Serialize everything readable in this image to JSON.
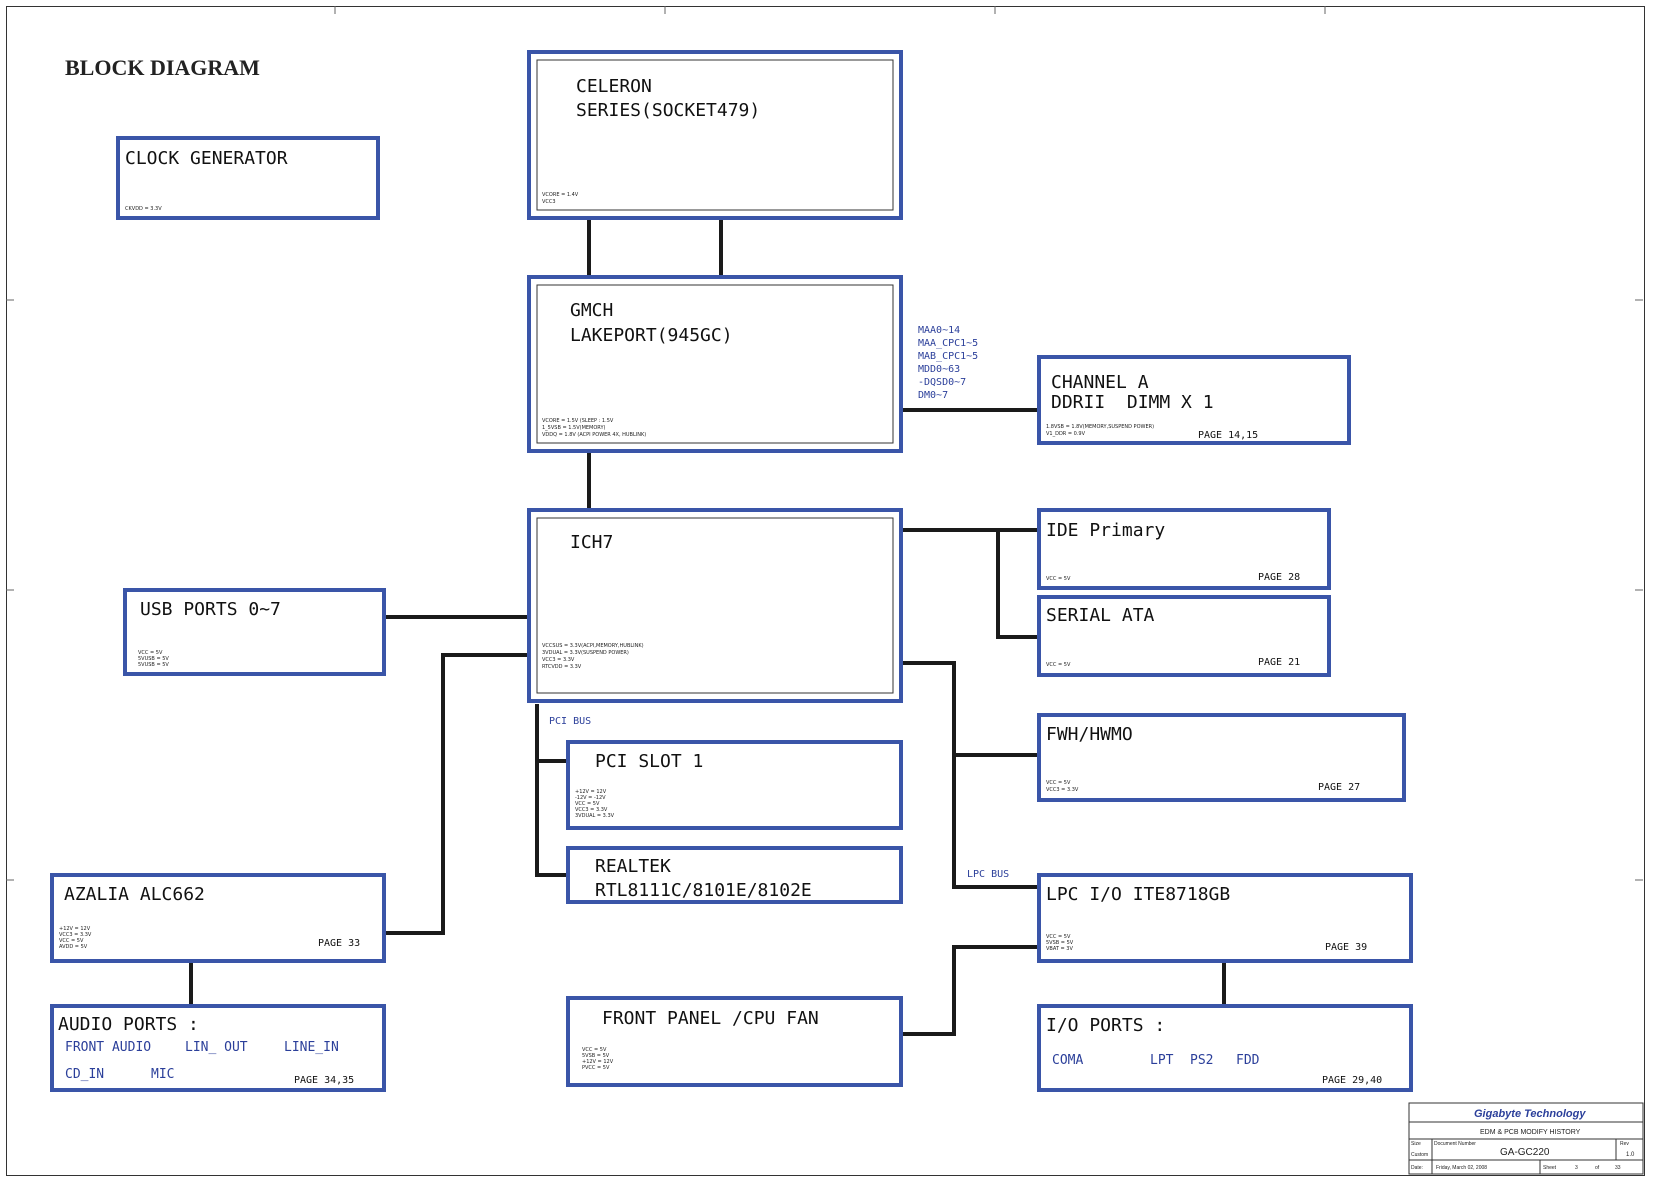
{
  "diagram_title": "BLOCK DIAGRAM",
  "blocks": {
    "cpu": {
      "title1": "CELERON",
      "title2": "SERIES(SOCKET479)",
      "power": [
        "VCORE = 1.4V",
        "VCC3"
      ]
    },
    "gmch": {
      "title1": "GMCH",
      "title2": "LAKEPORT(945GC)",
      "power": [
        "VCORE = 1.5V (SLEEP : 1.5V",
        "1_5VSB = 1.5V(MEMORY)",
        "VDDQ = 1.8V (ACPI POWER 4X, HUBLINK)"
      ]
    },
    "clock": {
      "title": "CLOCK GENERATOR",
      "power": [
        "CKVDD = 3.3V"
      ]
    },
    "channel_a": {
      "title1": "CHANNEL A",
      "title2": "DDRII  DIMM X 1",
      "power": [
        "1.8VSB = 1.8V(MEMORY,SUSPEND POWER)",
        "V1_DDR = 0.9V"
      ],
      "page": "PAGE 14,15"
    },
    "ich7": {
      "title": "ICH7",
      "power": [
        "VCCSUS = 3.3V(ACPI,MEMORY,HUBLINK)",
        "3VDUAL = 3.3V(SUSPEND POWER)",
        "VCC3 = 3.3V",
        "RTCVDD = 3.3V"
      ]
    },
    "usb": {
      "title": "USB PORTS 0~7",
      "power": [
        "VCC = 5V",
        "5VUSB = 5V",
        "5VUSB = 5V"
      ]
    },
    "ide": {
      "title": "IDE Primary",
      "power": [
        "VCC = 5V"
      ],
      "page": "PAGE 28"
    },
    "sata": {
      "title": "SERIAL ATA",
      "power": [
        "VCC = 5V"
      ],
      "page": "PAGE 21"
    },
    "fwh": {
      "title": "FWH/HWMO",
      "power": [
        "VCC = 5V",
        "VCC3 = 3.3V"
      ],
      "page": "PAGE 27"
    },
    "pci_slot": {
      "title": "PCI SLOT 1",
      "power": [
        "+12V = 12V",
        "-12V = -12V",
        "VCC = 5V",
        "VCC3 = 3.3V",
        "3VDUAL = 3.3V"
      ]
    },
    "realtek": {
      "title1": "REALTEK",
      "title2": "RTL8111C/8101E/8102E"
    },
    "lpc_io": {
      "title": "LPC I/O ITE8718GB",
      "power": [
        "VCC = 5V",
        "5VSB = 5V",
        "VBAT = 3V"
      ],
      "page": "PAGE 39"
    },
    "azalia": {
      "title": "AZALIA ALC662",
      "power": [
        "+12V = 12V",
        "VCC3 = 3.3V",
        "VCC = 5V",
        "AVDD = 5V"
      ],
      "page": "PAGE 33"
    },
    "audio_ports": {
      "title": "AUDIO PORTS :",
      "row1": [
        "FRONT AUDIO",
        "LIN_ OUT",
        "LINE_IN"
      ],
      "row2": [
        "CD_IN",
        "MIC"
      ],
      "page": "PAGE 34,35"
    },
    "front_panel": {
      "title": "FRONT PANEL /CPU FAN",
      "power": [
        "VCC = 5V",
        "5VSB = 5V",
        "+12V = 12V",
        "PVCC = 5V"
      ]
    },
    "io_ports": {
      "title": "I/O PORTS :",
      "items": [
        "COMA",
        "LPT",
        "PS2",
        "FDD"
      ],
      "page": "PAGE 29,40"
    }
  },
  "bus_labels": {
    "memory_signals": [
      "MAA0~14",
      "MAA_CPC1~5",
      "MAB_CPC1~5",
      "MDD0~63",
      "-DQSD0~7",
      "DM0~7"
    ],
    "pci_bus": "PCI BUS",
    "lpc_bus": "LPC BUS"
  },
  "title_block": {
    "company": "Gigabyte Technology",
    "subtitle": "EDM & PCB MODIFY HISTORY",
    "size_label": "Size",
    "size_value": "Custom",
    "doc_label": "Document Number",
    "doc_value": "GA-GC220",
    "rev_label": "Rev",
    "rev_value": "1.0",
    "date_label": "Date:",
    "date_value": "Friday, March 02, 2008",
    "sheet_label": "Sheet",
    "sheet_value": "3",
    "of_label": "of",
    "of_value": "33"
  },
  "colors": {
    "box_border": "#3a55a8",
    "wire": "#1a1a1a",
    "label_blue": "#2b3f9a"
  }
}
